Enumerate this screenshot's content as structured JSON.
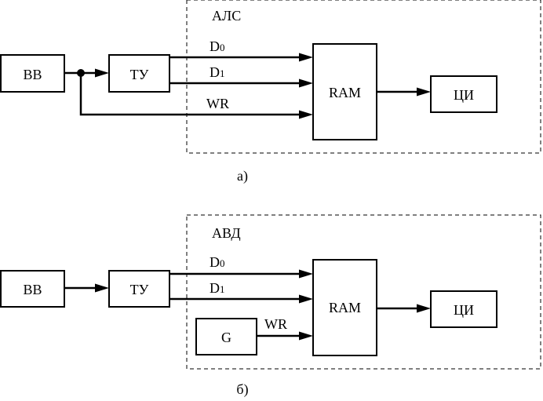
{
  "diagram_a": {
    "caption": "а)",
    "region_label": "АЛС",
    "blocks": {
      "vv": "ВВ",
      "tu": "ТУ",
      "ram": "RAM",
      "ci": "ЦИ"
    },
    "signals": {
      "d0_main": "D",
      "d0_sub": "0",
      "d1_main": "D",
      "d1_sub": "1",
      "wr": "WR"
    }
  },
  "diagram_b": {
    "caption": "б)",
    "region_label": "АВД",
    "blocks": {
      "vv": "ВВ",
      "tu": "ТУ",
      "ram": "RAM",
      "ci": "ЦИ",
      "g": "G"
    },
    "signals": {
      "d0_main": "D",
      "d0_sub": "0",
      "d1_main": "D",
      "d1_sub": "1",
      "wr": "WR"
    }
  }
}
